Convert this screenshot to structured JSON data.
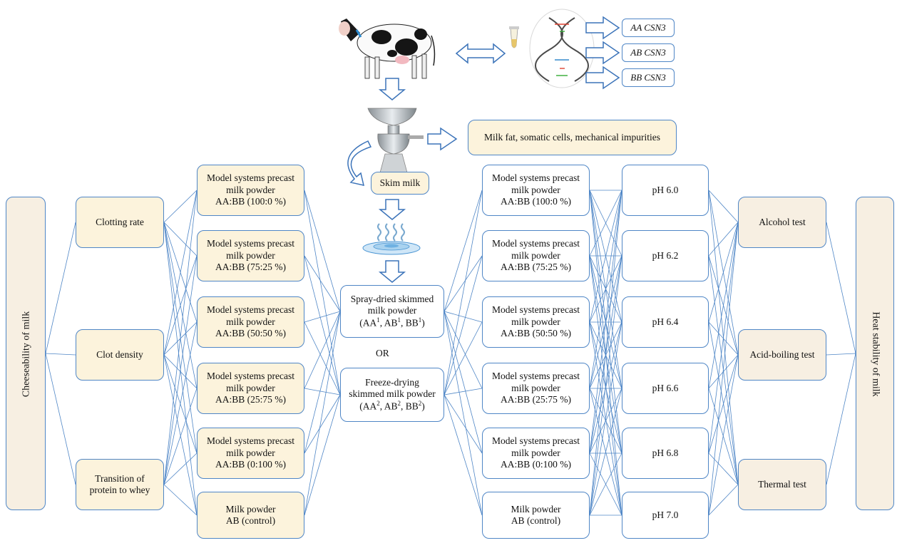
{
  "colors": {
    "line": "#4f86c6",
    "box_border": "#4f86c6",
    "cream_fill": "#fcf3dc",
    "tan_fill": "#f7efe2",
    "arrow": "#3b73b9"
  },
  "icons": [
    "cow-illustration",
    "test-tube-icon",
    "dna-helix-icon",
    "milk-separator-icon",
    "heat-waves-icon",
    "double-arrow-icon"
  ],
  "genotypes": [
    "AA CSN3",
    "AB CSN3",
    "BB CSN3"
  ],
  "separator_output": "Milk fat, somatic cells, mechanical impurities",
  "skim_milk": "Skim milk",
  "left_side": {
    "title": "Cheeseability of milk",
    "tests": [
      "Clotting rate",
      "Clot density",
      "Transition of\nprotein to whey"
    ]
  },
  "model_systems": [
    "Model systems precast\nmilk powder\nAA:BB (100:0 %)",
    "Model systems precast\nmilk powder\nAA:BB (75:25 %)",
    "Model systems precast\nmilk powder\nAA:BB (50:50 %)",
    "Model systems precast\nmilk powder\nAA:BB (25:75 %)",
    "Model systems precast\nmilk powder\nAA:BB (0:100 %)",
    "Milk powder\nAB (control)"
  ],
  "powders": {
    "spray": {
      "line1": "Spray-dried skimmed",
      "line2": "milk powder",
      "aa": "AA",
      "ab": "AB",
      "bb": "BB",
      "sup": "1"
    },
    "or_label": "OR",
    "freeze": {
      "line1": "Freeze-drying",
      "line2": "skimmed milk powder",
      "aa": "AA",
      "ab": "AB",
      "bb": "BB",
      "sup": "2"
    }
  },
  "ph_values": [
    "pH 6.0",
    "pH 6.2",
    "pH 6.4",
    "pH 6.6",
    "pH 6.8",
    "pH 7.0"
  ],
  "right_side": {
    "tests": [
      "Alcohol test",
      "Acid-boiling test",
      "Thermal test"
    ],
    "title": "Heat stability of milk"
  }
}
